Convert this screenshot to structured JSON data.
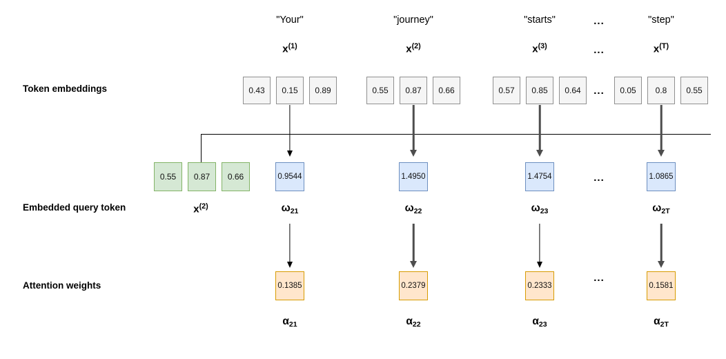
{
  "labels": {
    "token_embeddings": "Token embeddings",
    "embedded_query_token": "Embedded query token",
    "attention_weights_row": "Attention weights",
    "ellipsis": "..."
  },
  "query": {
    "values": [
      "0.55",
      "0.87",
      "0.66"
    ],
    "label_base": "x",
    "label_sup": "(2)"
  },
  "columns": [
    {
      "word": "\"Your\"",
      "x_base": "x",
      "x_sup": "(1)",
      "embedding": [
        "0.43",
        "0.15",
        "0.89"
      ],
      "score": "0.9544",
      "omega_base": "ω",
      "omega_sub": "21",
      "weight": "0.1385",
      "alpha_base": "α",
      "alpha_sub": "21"
    },
    {
      "word": "\"journey\"",
      "x_base": "x",
      "x_sup": "(2)",
      "embedding": [
        "0.55",
        "0.87",
        "0.66"
      ],
      "score": "1.4950",
      "omega_base": "ω",
      "omega_sub": "22",
      "weight": "0.2379",
      "alpha_base": "α",
      "alpha_sub": "22"
    },
    {
      "word": "\"starts\"",
      "x_base": "x",
      "x_sup": "(3)",
      "embedding": [
        "0.57",
        "0.85",
        "0.64"
      ],
      "score": "1.4754",
      "omega_base": "ω",
      "omega_sub": "23",
      "weight": "0.2333",
      "alpha_base": "α",
      "alpha_sub": "23"
    },
    {
      "word": "\"step\"",
      "x_base": "x",
      "x_sup": "(T)",
      "embedding": [
        "0.05",
        "0.8",
        "0.55"
      ],
      "score": "1.0865",
      "omega_base": "ω",
      "omega_sub": "2T",
      "weight": "0.1581",
      "alpha_base": "α",
      "alpha_sub": "2T"
    }
  ],
  "colors": {
    "gray_fill": "#f5f5f5",
    "gray_border": "#8f8f8f",
    "green_fill": "#d5e8d4",
    "green_border": "#82b366",
    "blue_fill": "#dae8fc",
    "blue_border": "#6c8ebf",
    "orange_fill": "#ffe6cc",
    "orange_border": "#d79b00"
  }
}
